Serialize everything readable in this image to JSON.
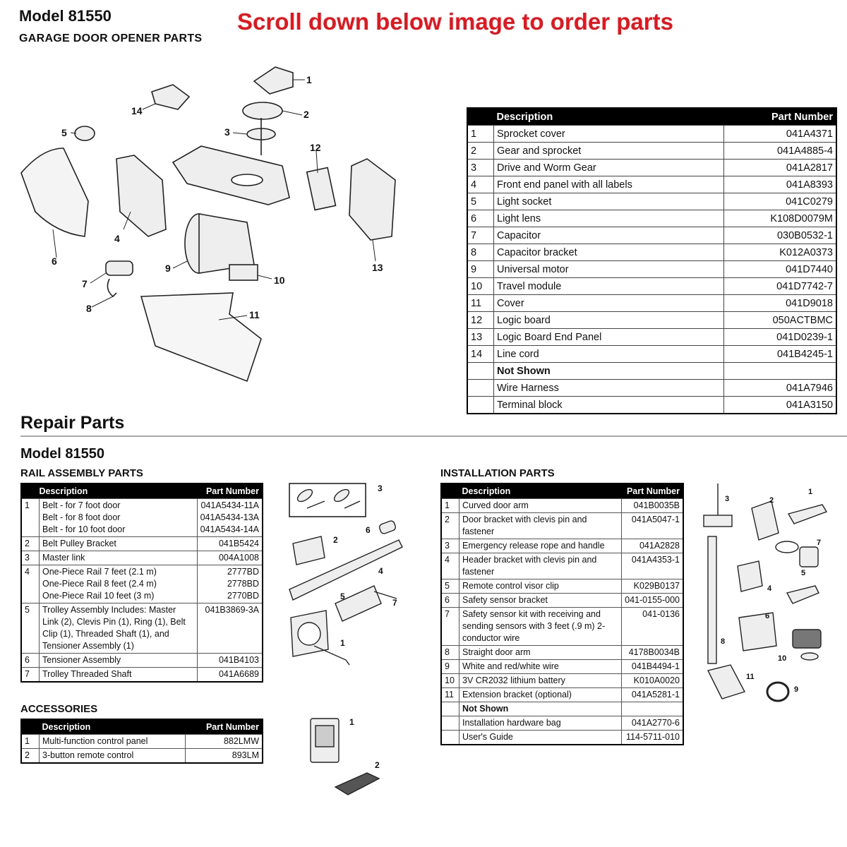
{
  "header": {
    "model": "Model 81550",
    "subtitle": "GARAGE DOOR OPENER PARTS",
    "scroll_note": "Scroll down below image to order parts"
  },
  "main_table": {
    "col_desc": "Description",
    "col_pn": "Part Number",
    "rows": [
      {
        "num": "1",
        "desc": "Sprocket cover",
        "pn": "041A4371"
      },
      {
        "num": "2",
        "desc": "Gear and sprocket",
        "pn": "041A4885-4"
      },
      {
        "num": "3",
        "desc": "Drive and Worm Gear",
        "pn": "041A2817"
      },
      {
        "num": "4",
        "desc": "Front end panel with all labels",
        "pn": "041A8393"
      },
      {
        "num": "5",
        "desc": "Light socket",
        "pn": "041C0279"
      },
      {
        "num": "6",
        "desc": "Light lens",
        "pn": "K108D0079M"
      },
      {
        "num": "7",
        "desc": "Capacitor",
        "pn": "030B0532-1"
      },
      {
        "num": "8",
        "desc": "Capacitor bracket",
        "pn": "K012A0373"
      },
      {
        "num": "9",
        "desc": "Universal motor",
        "pn": "041D7440"
      },
      {
        "num": "10",
        "desc": "Travel module",
        "pn": "041D7742-7"
      },
      {
        "num": "11",
        "desc": "Cover",
        "pn": "041D9018"
      },
      {
        "num": "12",
        "desc": "Logic board",
        "pn": "050ACTBMC"
      },
      {
        "num": "13",
        "desc": "Logic Board End Panel",
        "pn": "041D0239-1"
      },
      {
        "num": "14",
        "desc": "Line cord",
        "pn": "041B4245-1"
      }
    ],
    "not_shown_label": "Not Shown",
    "not_shown": [
      {
        "desc": "Wire Harness",
        "pn": "041A7946"
      },
      {
        "desc": "Terminal block",
        "pn": "041A3150"
      }
    ]
  },
  "repair": {
    "heading": "Repair Parts",
    "model": "Model 81550",
    "rail": {
      "label": "RAIL ASSEMBLY PARTS",
      "col_desc": "Description",
      "col_pn": "Part Number",
      "rows": [
        {
          "num": "1",
          "desc": "Belt - for 7 foot door\nBelt - for 8 foot door\nBelt - for 10 foot door",
          "pn": "041A5434-11A\n041A5434-13A\n041A5434-14A"
        },
        {
          "num": "2",
          "desc": "Belt Pulley Bracket",
          "pn": "041B5424"
        },
        {
          "num": "3",
          "desc": "Master link",
          "pn": "004A1008"
        },
        {
          "num": "4",
          "desc": "One-Piece Rail 7 feet (2.1 m)\nOne-Piece Rail 8 feet (2.4 m)\nOne-Piece Rail 10 feet (3 m)",
          "pn": "2777BD\n2778BD\n2770BD"
        },
        {
          "num": "5",
          "desc": "Trolley Assembly Includes: Master Link (2), Clevis Pin (1), Ring (1), Belt Clip (1), Threaded Shaft (1), and Tensioner Assembly (1)",
          "pn": "041B3869-3A"
        },
        {
          "num": "6",
          "desc": "Tensioner Assembly",
          "pn": "041B4103"
        },
        {
          "num": "7",
          "desc": "Trolley Threaded Shaft",
          "pn": "041A6689"
        }
      ]
    },
    "accessories": {
      "label": "ACCESSORIES",
      "col_desc": "Description",
      "col_pn": "Part Number",
      "rows": [
        {
          "num": "1",
          "desc": "Multi-function control panel",
          "pn": "882LMW"
        },
        {
          "num": "2",
          "desc": "3-button remote control",
          "pn": "893LM"
        }
      ]
    },
    "installation": {
      "label": "INSTALLATION PARTS",
      "col_desc": "Description",
      "col_pn": "Part Number",
      "rows": [
        {
          "num": "1",
          "desc": "Curved door arm",
          "pn": "041B0035B"
        },
        {
          "num": "2",
          "desc": "Door bracket with clevis pin and fastener",
          "pn": "041A5047-1"
        },
        {
          "num": "3",
          "desc": "Emergency release rope and handle",
          "pn": "041A2828"
        },
        {
          "num": "4",
          "desc": "Header bracket with clevis pin and fastener",
          "pn": "041A4353-1"
        },
        {
          "num": "5",
          "desc": "Remote control visor clip",
          "pn": "K029B0137"
        },
        {
          "num": "6",
          "desc": "Safety sensor bracket",
          "pn": "041-0155-000"
        },
        {
          "num": "7",
          "desc": "Safety sensor kit with receiving and sending sensors with 3 feet (.9 m) 2-conductor wire",
          "pn": "041-0136"
        },
        {
          "num": "8",
          "desc": "Straight door arm",
          "pn": "4178B0034B"
        },
        {
          "num": "9",
          "desc": "White and red/white wire",
          "pn": "041B4494-1"
        },
        {
          "num": "10",
          "desc": "3V CR2032 lithium battery",
          "pn": "K010A0020"
        },
        {
          "num": "11",
          "desc": "Extension bracket (optional)",
          "pn": "041A5281-1"
        }
      ],
      "not_shown_label": "Not Shown",
      "not_shown": [
        {
          "desc": "Installation hardware bag",
          "pn": "041A2770-6"
        },
        {
          "desc": "User's Guide",
          "pn": "114-5711-010"
        }
      ]
    }
  },
  "callouts": {
    "opener": [
      "1",
      "2",
      "3",
      "4",
      "5",
      "6",
      "7",
      "8",
      "9",
      "10",
      "11",
      "12",
      "13",
      "14"
    ],
    "rail": [
      "1",
      "2",
      "3",
      "4",
      "5",
      "6",
      "7"
    ],
    "accessories": [
      "1",
      "2"
    ],
    "installation": [
      "1",
      "2",
      "3",
      "4",
      "5",
      "6",
      "7",
      "8",
      "9",
      "10",
      "11"
    ]
  }
}
